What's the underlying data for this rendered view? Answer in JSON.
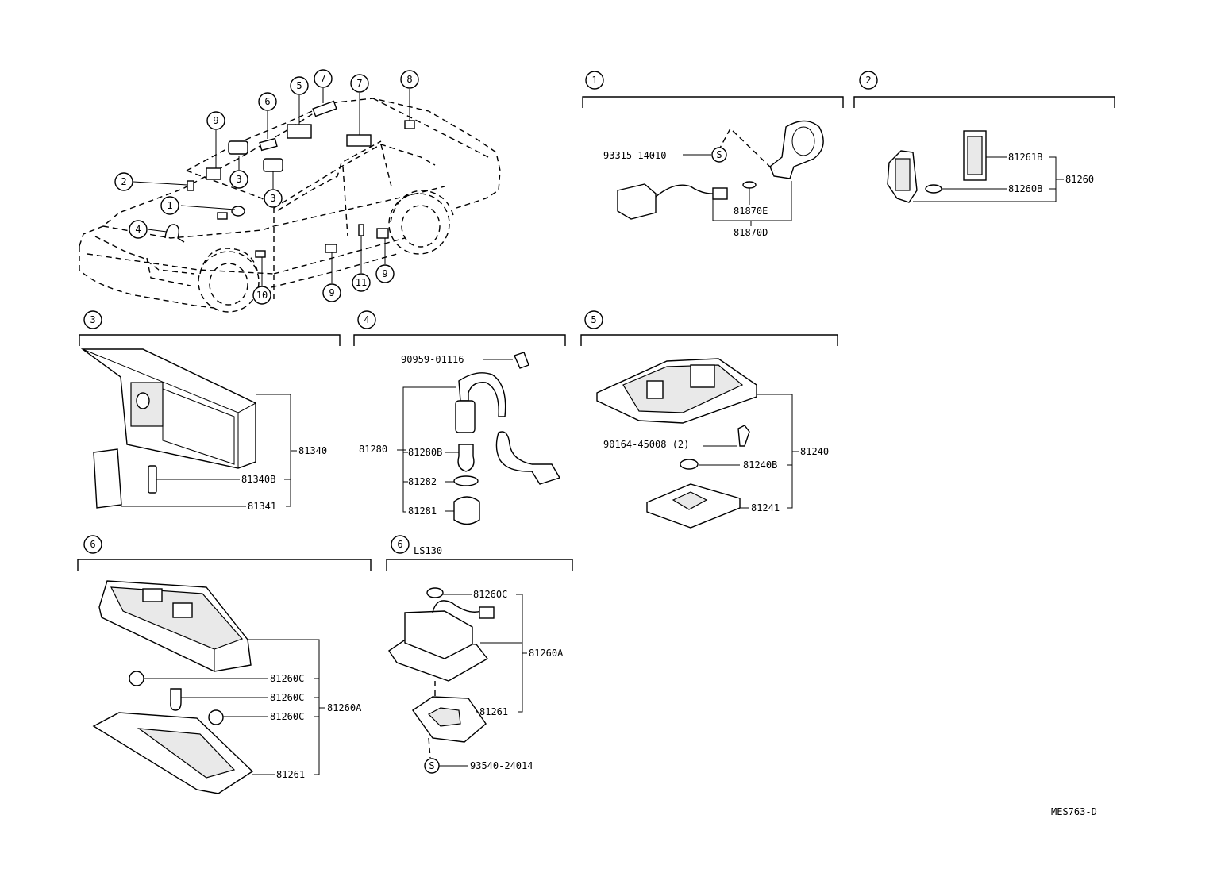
{
  "diagram_code": "MES763-D",
  "car_callouts": [
    "1",
    "2",
    "3",
    "3",
    "4",
    "5",
    "6",
    "7",
    "7",
    "8",
    "9",
    "9",
    "9",
    "10",
    "11"
  ],
  "sections": {
    "s1": {
      "num": "1",
      "parts": {
        "clip": "93315-14010",
        "sleeve": "81870E",
        "assy": "81870D"
      }
    },
    "s2": {
      "num": "2",
      "parts": {
        "lens": "81261B",
        "bulb": "81260B",
        "assy": "81260"
      }
    },
    "s3": {
      "num": "3",
      "parts": {
        "assy": "81340",
        "bulb": "81340B",
        "cover": "81341"
      }
    },
    "s4": {
      "num": "4",
      "parts": {
        "clamp": "90959-01116",
        "assy": "81280",
        "bulb": "81280B",
        "gasket": "81282",
        "cover": "81281"
      }
    },
    "s5": {
      "num": "5",
      "parts": {
        "screw": "90164-45008 (2)",
        "assy": "81240",
        "bulb": "81240B",
        "lens": "81241"
      }
    },
    "s6": {
      "num": "6",
      "parts": {
        "bulb1": "81260C",
        "bulb2": "81260C",
        "bulb3": "81260C",
        "assy": "81260A",
        "lens": "81261"
      }
    },
    "s6b": {
      "num": "6",
      "variant": "LS130",
      "parts": {
        "bulb": "81260C",
        "assy": "81260A",
        "lens": "81261",
        "screw": "93540-24014"
      }
    }
  },
  "s_mark": "S"
}
